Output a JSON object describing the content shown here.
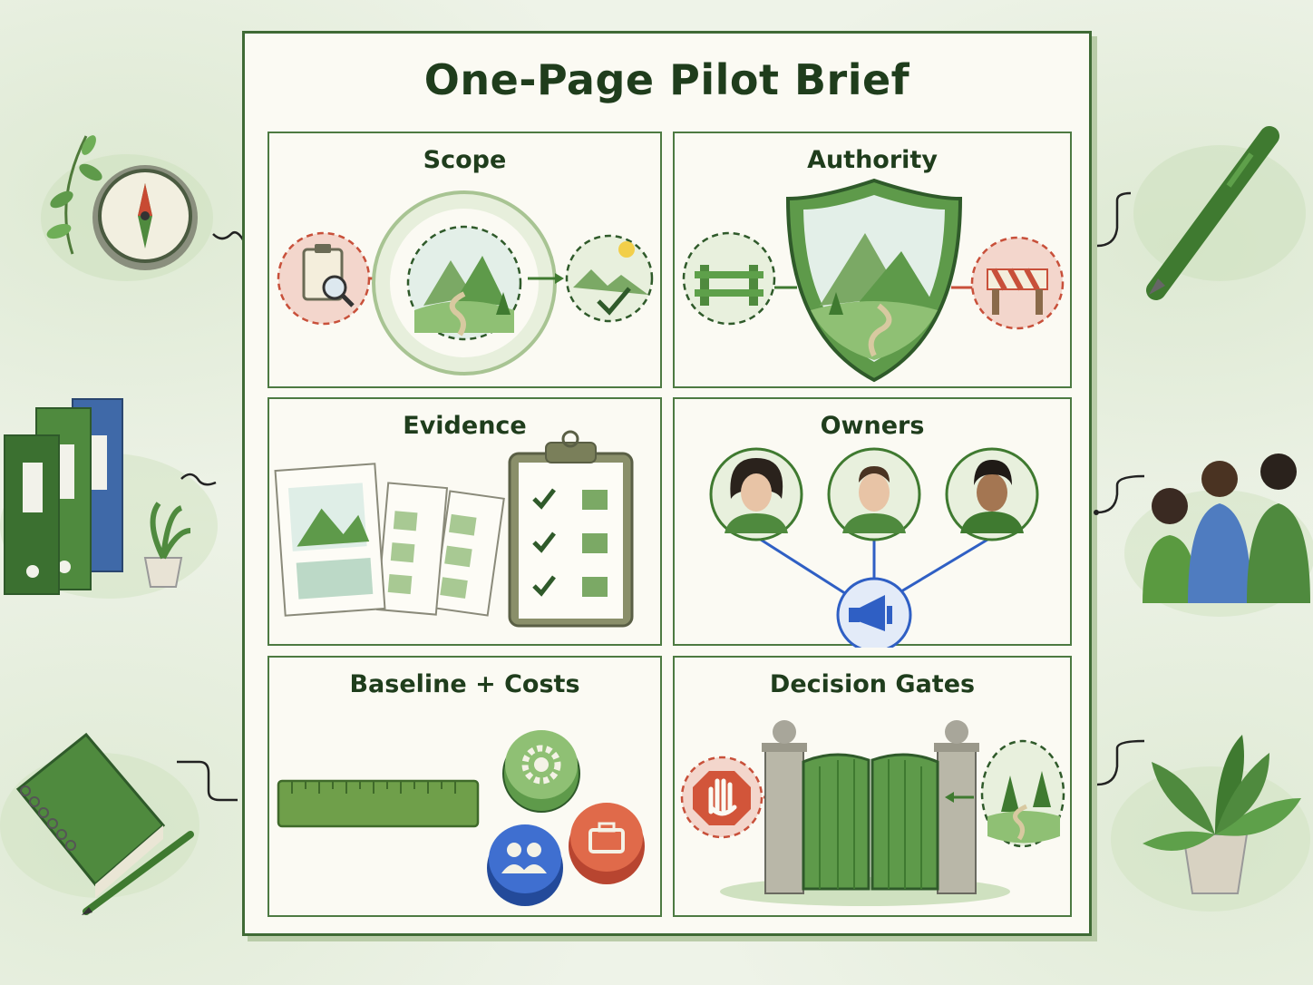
{
  "title": "One-Page Pilot Brief",
  "panels": {
    "scope": "Scope",
    "authority": "Authority",
    "evidence": "Evidence",
    "owners": "Owners",
    "baseline_costs": "Baseline + Costs",
    "decision_gates": "Decision Gates"
  },
  "colors": {
    "green": "#4f8a3e",
    "dark_green": "#2f5a2a",
    "red": "#d2553a",
    "blue": "#2f5fc4",
    "paper": "#fbfaf3"
  },
  "icons": {
    "scope": [
      "clipboard-search-icon",
      "landscape-target-icon",
      "sun-check-icon"
    ],
    "authority": [
      "fence-icon",
      "shield-icon",
      "barrier-icon"
    ],
    "evidence": [
      "documents-icon",
      "checklist-clipboard-icon"
    ],
    "owners": [
      "person-icon",
      "person-icon",
      "person-icon",
      "megaphone-icon"
    ],
    "baseline_costs": [
      "ruler-icon",
      "gear-icon",
      "briefcase-icon",
      "people-icon"
    ],
    "decision_gates": [
      "stop-hand-icon",
      "gate-icon",
      "landscape-icon"
    ],
    "side": [
      "compass-icon",
      "pen-icon",
      "binders-icon",
      "team-icon",
      "notebook-icon",
      "plant-icon"
    ]
  }
}
